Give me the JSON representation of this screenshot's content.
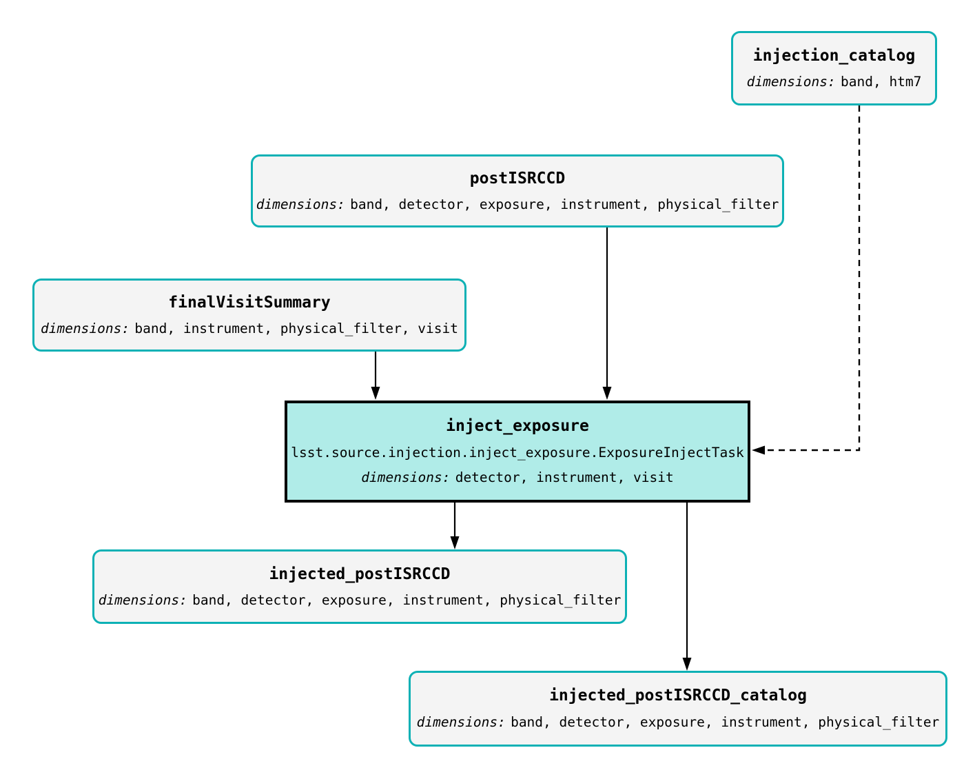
{
  "diagram": {
    "background": "#ffffff",
    "colors": {
      "dataset_border": "#0db1b5",
      "dataset_fill": "#f4f4f4",
      "task_border": "#000000",
      "task_fill": "#b0ece8",
      "edge": "#000000",
      "text": "#000000"
    },
    "nodes": {
      "injection_catalog": {
        "type": "dataset",
        "title": "injection_catalog",
        "dimensions_label": "dimensions:",
        "dimensions": "band, htm7"
      },
      "postISRCCD": {
        "type": "dataset",
        "title": "postISRCCD",
        "dimensions_label": "dimensions:",
        "dimensions": "band, detector, exposure, instrument, physical_filter"
      },
      "finalVisitSummary": {
        "type": "dataset",
        "title": "finalVisitSummary",
        "dimensions_label": "dimensions:",
        "dimensions": "band, instrument, physical_filter, visit"
      },
      "inject_exposure": {
        "type": "task",
        "title": "inject_exposure",
        "task_class": "lsst.source.injection.inject_exposure.ExposureInjectTask",
        "dimensions_label": "dimensions:",
        "dimensions": "detector, instrument, visit"
      },
      "injected_postISRCCD": {
        "type": "dataset",
        "title": "injected_postISRCCD",
        "dimensions_label": "dimensions:",
        "dimensions": "band, detector, exposure, instrument, physical_filter"
      },
      "injected_postISRCCD_catalog": {
        "type": "dataset",
        "title": "injected_postISRCCD_catalog",
        "dimensions_label": "dimensions:",
        "dimensions": "band, detector, exposure, instrument, physical_filter"
      }
    },
    "edges": [
      {
        "from": "postISRCCD",
        "to": "inject_exposure",
        "style": "solid"
      },
      {
        "from": "finalVisitSummary",
        "to": "inject_exposure",
        "style": "solid"
      },
      {
        "from": "injection_catalog",
        "to": "inject_exposure",
        "style": "dashed"
      },
      {
        "from": "inject_exposure",
        "to": "injected_postISRCCD",
        "style": "solid"
      },
      {
        "from": "inject_exposure",
        "to": "injected_postISRCCD_catalog",
        "style": "solid"
      }
    ]
  }
}
